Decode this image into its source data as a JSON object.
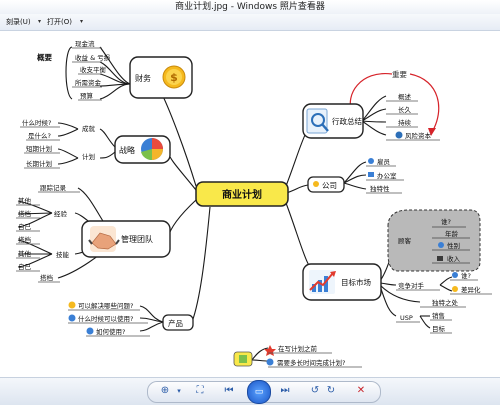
{
  "window": {
    "title": "商业计划.jpg - Windows 照片查看器"
  },
  "menu": {
    "items": [
      "刻录(U)",
      "打开(O)"
    ]
  },
  "mindmap": {
    "center": "商业计划",
    "finance": {
      "label": "财务",
      "group": "概要",
      "icon": "dollar-coin-icon",
      "items": [
        "现金流",
        "收益 & 亏损",
        "收支平衡",
        "所需资金",
        "预算"
      ]
    },
    "strategy": {
      "label": "战略",
      "icon": "pie-chart-icon",
      "success": "成就",
      "success_items": [
        "什么时候?",
        "是什么?"
      ],
      "plan": "计划",
      "plan_items": [
        "短期计划",
        "长期计划"
      ]
    },
    "team": {
      "label": "管理团队",
      "icon": "handshake-icon",
      "record": "跟踪记录",
      "experience": "经验",
      "experience_items": [
        "其他",
        "搭档",
        "自己"
      ],
      "skills": "技能",
      "skills_items": [
        "搭档",
        "其他",
        "自己"
      ],
      "partner": "搭档"
    },
    "product": {
      "label": "产品",
      "items": [
        "可以解决哪些问题?",
        "什么时候可以使用?",
        "如何使用?"
      ]
    },
    "exec": {
      "label": "行政总结",
      "icon": "magnifier-chart-icon",
      "items": [
        "概述",
        "长久",
        "持续",
        "风险资本"
      ],
      "annotation": "重要"
    },
    "company": {
      "label": "公司",
      "items": [
        "雇员",
        "办公室",
        "独特性"
      ]
    },
    "market": {
      "label": "目标市场",
      "icon": "growth-chart-icon",
      "customers": "顾客",
      "customer_items": [
        "谁?",
        "年龄",
        "性别",
        "收入"
      ],
      "competitors": "竞争对手",
      "competitor_items": [
        "谁?",
        "差异化"
      ],
      "unique": "独特之处",
      "usp": "USP",
      "usp_items": [
        "销售",
        "目标"
      ]
    },
    "note": {
      "items": [
        "在写计划之前",
        "需要多长时间完成计划?"
      ]
    }
  },
  "toolbar": {
    "buttons": [
      "zoom-icon",
      "fit-window-icon",
      "previous-icon",
      "slideshow-icon",
      "next-icon",
      "rotate-left-icon",
      "rotate-right-icon",
      "delete-icon"
    ]
  },
  "colors": {
    "center_fill": "#f9e84a",
    "branch_line": "#1a1a1a",
    "annotation_red": "#d6232a"
  }
}
